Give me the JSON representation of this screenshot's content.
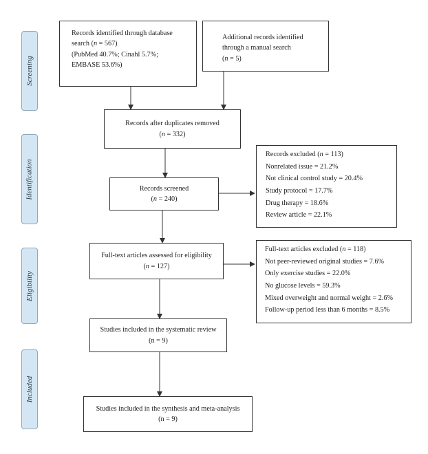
{
  "phases": {
    "screening": "Screening",
    "identification": "Identification",
    "eligibility": "Eligibility",
    "included": "Included"
  },
  "boxes": {
    "db_search": {
      "line1": "Records identified through database",
      "line2_pre": "search (",
      "line2_n": "n",
      "line2_post": " = 567)",
      "line3": "(PubMed 40.7%; Cinahl 5.7%;",
      "line4": "EMBASE 53.6%)"
    },
    "manual_search": {
      "line1": "Additional records identified",
      "line2": "through a manual search",
      "line3_pre": "(",
      "line3_n": "n",
      "line3_post": " = 5)"
    },
    "duplicates_removed": {
      "line1": "Records after duplicates removed",
      "line2_pre": "(",
      "line2_n": "n",
      "line2_post": " = 332)"
    },
    "screened": {
      "line1": "Records screened",
      "line2_pre": "(",
      "line2_n": "n",
      "line2_post": " = 240)"
    },
    "excluded_records": {
      "title_pre": "Records excluded (",
      "title_n": "n",
      "title_post": " = 113)",
      "items": [
        "Nonrelated issue = 21.2%",
        "Not clinical control study = 20.4%",
        "Study protocol = 17.7%",
        "Drug therapy = 18.6%",
        "Review article = 22.1%"
      ]
    },
    "fulltext_assessed": {
      "line1": "Full-text articles assessed for eligibility",
      "line2_pre": "(",
      "line2_n": "n",
      "line2_post": " = 127)"
    },
    "fulltext_excluded": {
      "title_pre": "Full-text articles excluded (",
      "title_n": "n",
      "title_post": " = 118)",
      "items": [
        "Not peer-reviewed original studies = 7.6%",
        "Only exercise studies = 22.0%",
        "No glucose levels = 59.3%",
        "Mixed overweight and normal weight = 2.6%",
        "Follow-up period less than 6 months = 8.5%"
      ]
    },
    "systematic_review": {
      "line1": "Studies included in the systematic review",
      "line2": "(n = 9)"
    },
    "meta_analysis": {
      "line1": "Studies included in the synthesis and meta-analysis",
      "line2": "(n = 9)"
    }
  }
}
